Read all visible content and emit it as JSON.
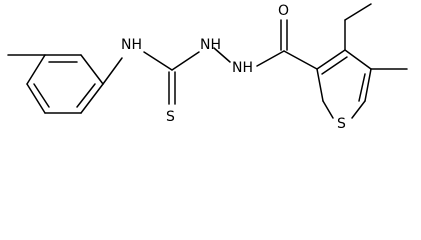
{
  "molecule": {
    "atoms": {
      "thioamide_nh": "NH",
      "hydrazine_nh_1": "NH",
      "hydrazine_nh_2": "NH",
      "thione_sulfur": "S",
      "carbonyl_oxygen": "O",
      "ring_sulfur": "S"
    },
    "colors": {
      "bond": "#000000",
      "label": "#000000",
      "background": "#ffffff"
    }
  }
}
